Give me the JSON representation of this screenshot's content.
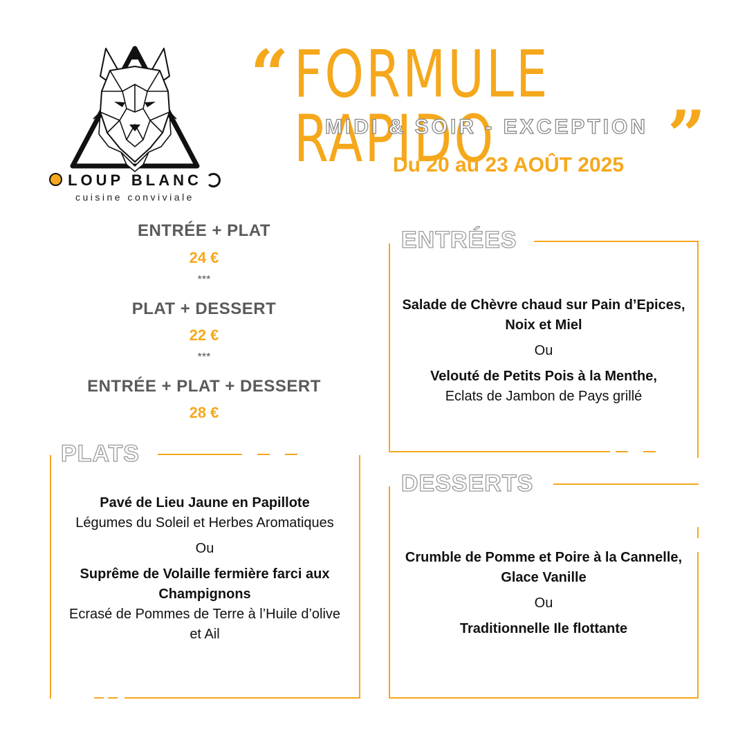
{
  "brand": {
    "name": "O LOUP BLANC",
    "name_rest": "LOUP BLANC",
    "name_initial": "O",
    "tagline": "cuisine conviviale",
    "logo_icon": "wolf-head-triangle-icon"
  },
  "header": {
    "open_quote": "“",
    "title": "FORMULE RAPIDO",
    "subtitle": "MIDI & SOIR - EXCEPTION",
    "close_quote": "”",
    "dates": "Du 20 au 23 AOÛT 2025"
  },
  "formulas": [
    {
      "label": "ENTRÉE + PLAT",
      "price": "24 €"
    },
    {
      "label": "PLAT + DESSERT",
      "price": "22 €"
    },
    {
      "label": "ENTRÉE + PLAT + DESSERT",
      "price": "28 €"
    }
  ],
  "separator": "***",
  "sections": {
    "entrees": {
      "title": "ENTRÉES",
      "items": [
        {
          "name": "Salade de Chèvre chaud sur Pain d’Epices, Noix et Miel",
          "detail": ""
        },
        {
          "name": "Velouté de Petits Pois à la Menthe,",
          "detail": "Eclats de Jambon de Pays grillé"
        }
      ]
    },
    "plats": {
      "title": "PLATS",
      "items": [
        {
          "name": "Pavé de Lieu Jaune en Papillote",
          "detail": "Légumes du Soleil et Herbes Aromatiques"
        },
        {
          "name": "Suprême de Volaille fermière farci aux Champignons",
          "detail": "Ecrasé de Pommes de Terre à l’Huile d’olive et Ail"
        }
      ]
    },
    "desserts": {
      "title": "DESSERTS",
      "items": [
        {
          "name": "Crumble de Pomme et Poire à la Cannelle, Glace Vanille",
          "detail": ""
        },
        {
          "name": "Traditionnelle Ile flottante",
          "detail": ""
        }
      ]
    },
    "or_word": "Ou"
  },
  "colors": {
    "accent": "#f5a81c",
    "grey_text": "#5a5a5a",
    "outline_text": "#9a9a9a"
  }
}
